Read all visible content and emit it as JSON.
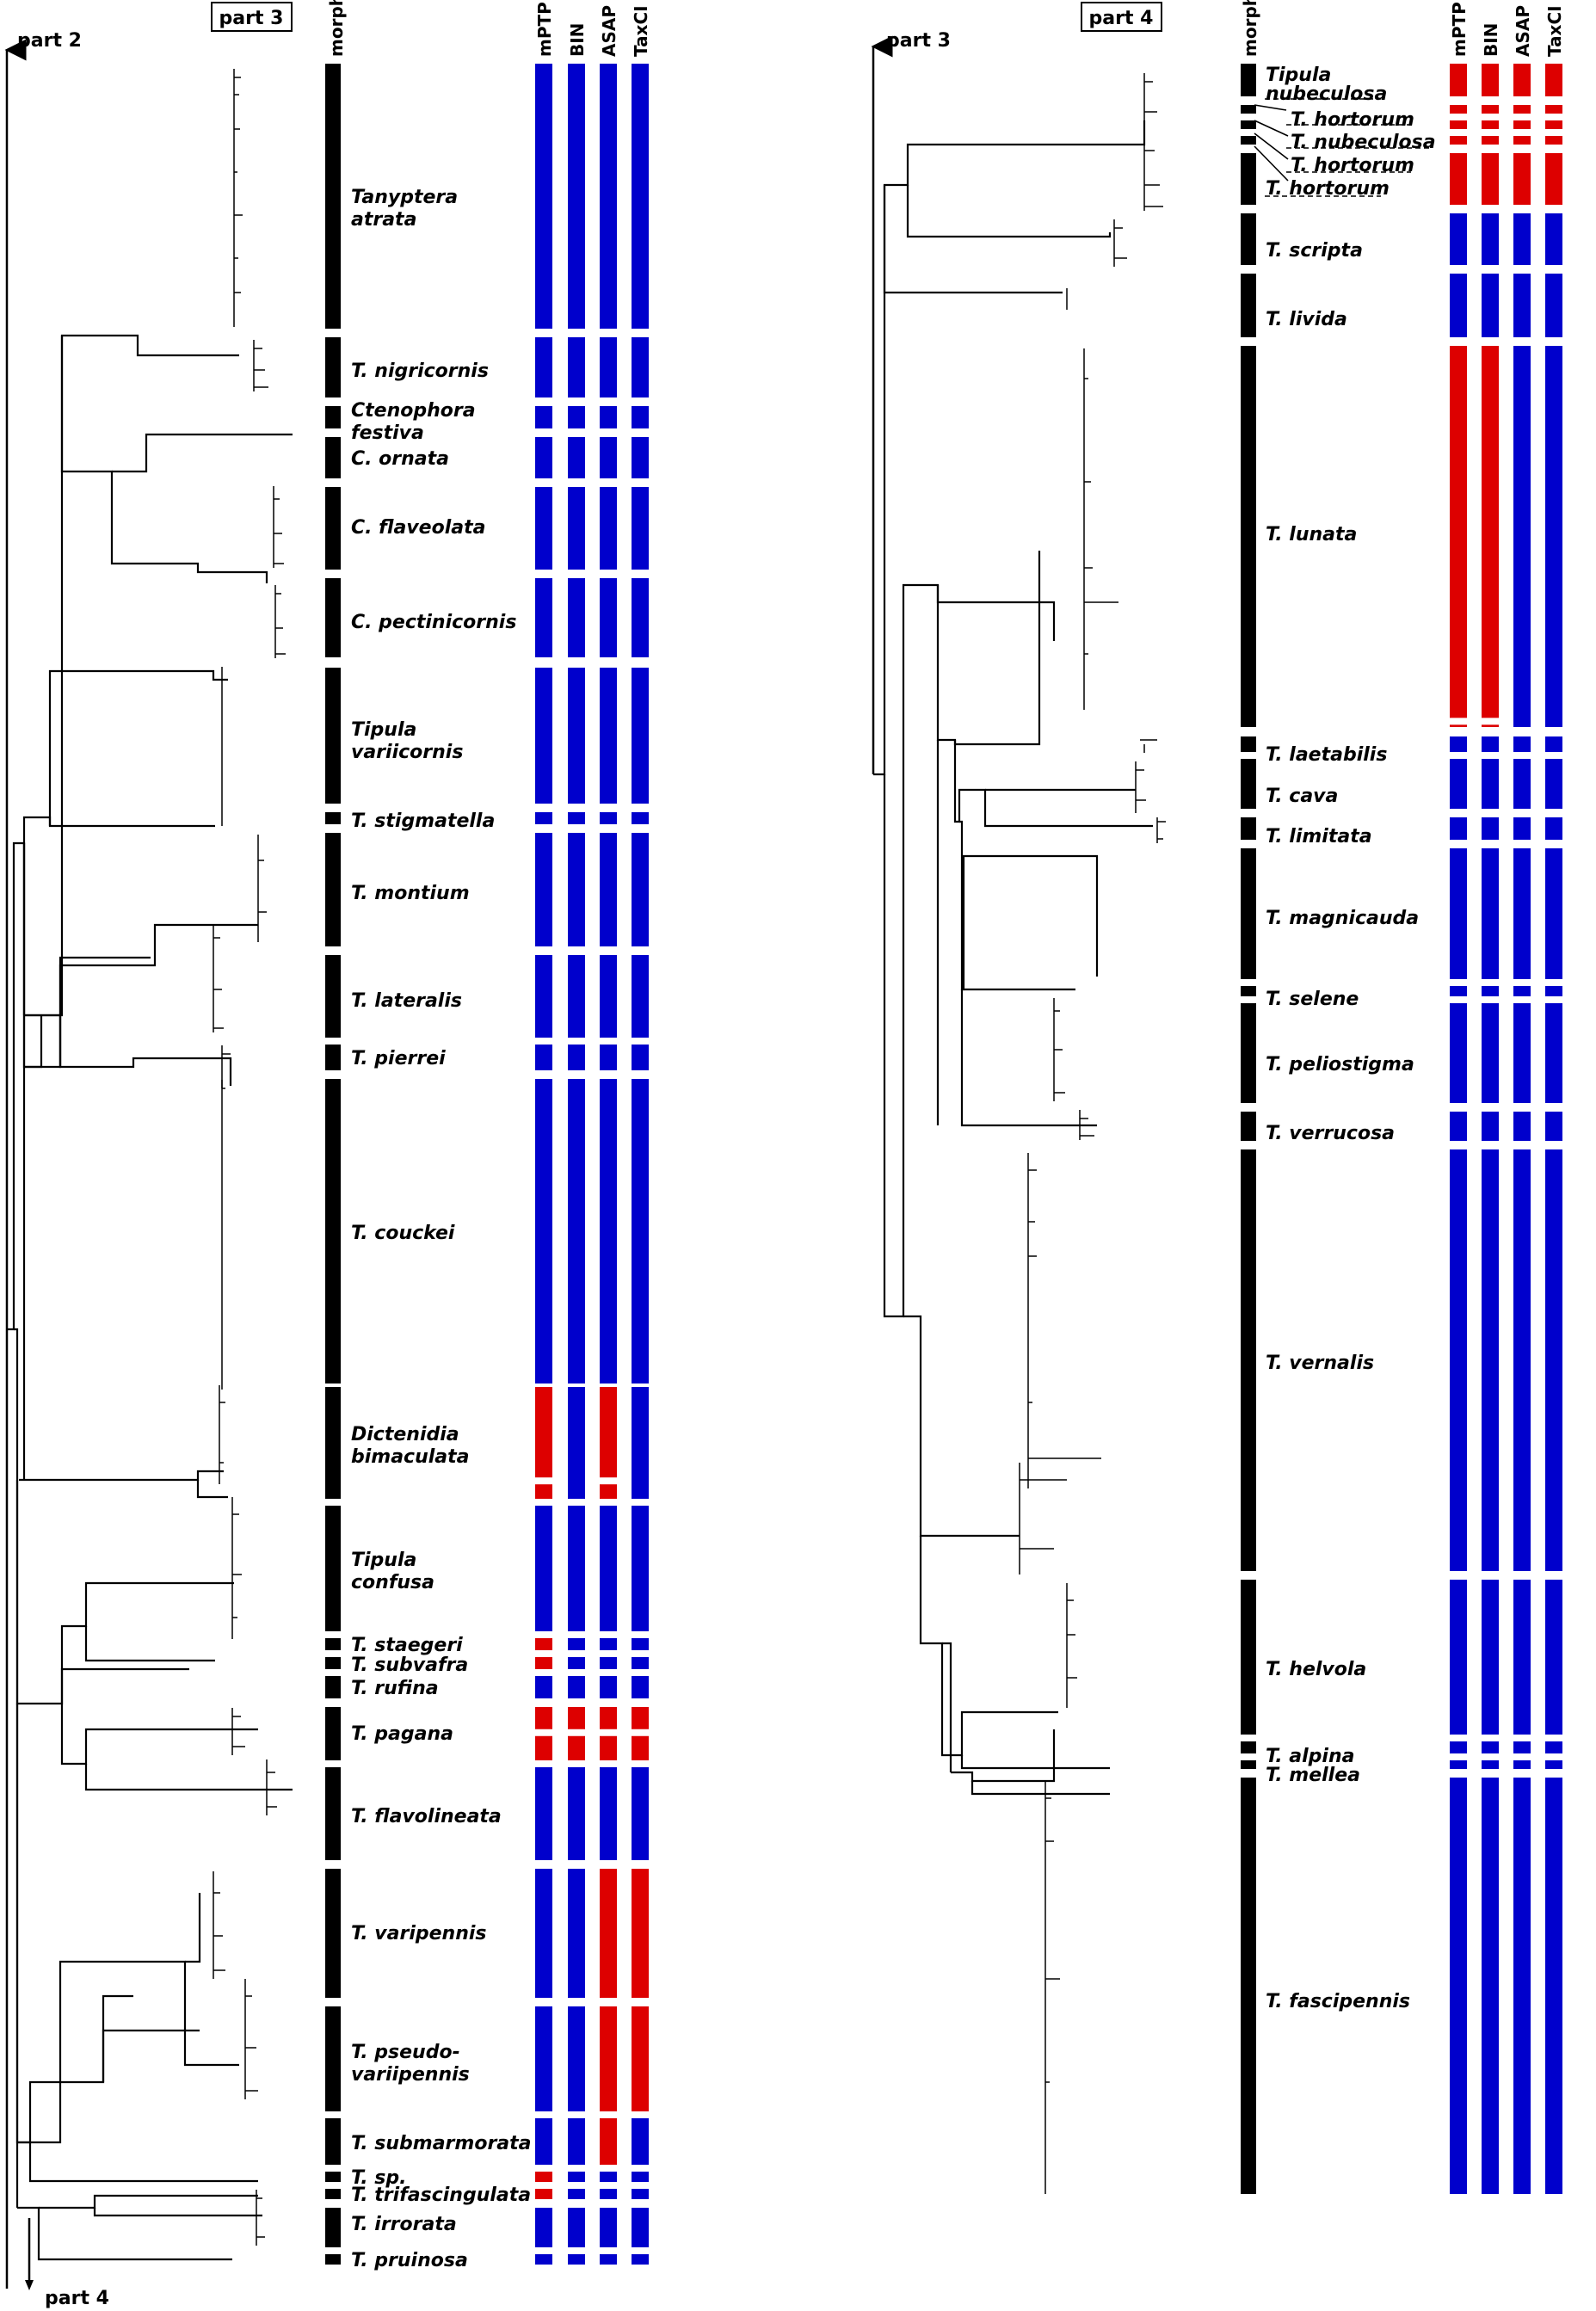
{
  "colors": {
    "unsplit": "#0000cc",
    "split": "#dd0000",
    "morph": "#000000",
    "tree": "#000000"
  },
  "panels": [
    {
      "id": "left",
      "box_title": "part 3",
      "top_label": "part 2",
      "bottom_label": "part 4",
      "morph_header": "morph.",
      "method_headers": [
        "mPTP",
        "BIN",
        "ASAP",
        "TaxCI"
      ],
      "taxa": [
        {
          "label": [
            "Tanyptera",
            "atrata"
          ],
          "methods": [
            "u",
            "u",
            "u",
            "u"
          ]
        },
        {
          "label": [
            "T. nigricornis"
          ],
          "methods": [
            "u",
            "u",
            "u",
            "u"
          ]
        },
        {
          "label": [
            "Ctenophora",
            "festiva"
          ],
          "methods": [
            "u",
            "u",
            "u",
            "u"
          ]
        },
        {
          "label": [
            "C. ornata"
          ],
          "methods": [
            "u",
            "u",
            "u",
            "u"
          ]
        },
        {
          "label": [
            "C. flaveolata"
          ],
          "methods": [
            "u",
            "u",
            "u",
            "u"
          ]
        },
        {
          "label": [
            "C. pectinicornis"
          ],
          "methods": [
            "u",
            "u",
            "u",
            "u"
          ]
        },
        {
          "label": [
            "Tipula",
            "variicornis"
          ],
          "methods": [
            "u",
            "u",
            "u",
            "u"
          ]
        },
        {
          "label": [
            "T. stigmatella"
          ],
          "methods": [
            "u",
            "u",
            "u",
            "u"
          ]
        },
        {
          "label": [
            "T. montium"
          ],
          "methods": [
            "u",
            "u",
            "u",
            "u"
          ]
        },
        {
          "label": [
            "T. lateralis"
          ],
          "methods": [
            "u",
            "u",
            "u",
            "u"
          ]
        },
        {
          "label": [
            "T. pierrei"
          ],
          "methods": [
            "u",
            "u",
            "u",
            "u"
          ]
        },
        {
          "label": [
            "T. couckei"
          ],
          "methods": [
            "u",
            "u",
            "u",
            "u"
          ]
        },
        {
          "label": [
            "Dictenidia",
            "bimaculata"
          ],
          "methods": [
            "s",
            "u",
            "s",
            "u"
          ]
        },
        {
          "label": [
            "Tipula",
            "confusa"
          ],
          "methods": [
            "u",
            "u",
            "u",
            "u"
          ]
        },
        {
          "label": [
            "T. staegeri"
          ],
          "methods": [
            "s",
            "u",
            "u",
            "u"
          ]
        },
        {
          "label": [
            "T. subvafra"
          ],
          "methods": [
            "s",
            "u",
            "u",
            "u"
          ]
        },
        {
          "label": [
            "T. rufina"
          ],
          "methods": [
            "u",
            "u",
            "u",
            "u"
          ]
        },
        {
          "label": [
            "T. pagana"
          ],
          "methods": [
            "s",
            "s",
            "s",
            "s"
          ]
        },
        {
          "label": [
            "T. flavolineata"
          ],
          "methods": [
            "u",
            "u",
            "u",
            "u"
          ]
        },
        {
          "label": [
            "T. varipennis"
          ],
          "methods": [
            "u",
            "u",
            "s",
            "s"
          ]
        },
        {
          "label": [
            "T. pseudo-",
            "variipennis"
          ],
          "methods": [
            "u",
            "u",
            "s",
            "s"
          ]
        },
        {
          "label": [
            "T. submarmorata"
          ],
          "methods": [
            "u",
            "u",
            "s",
            "u"
          ]
        },
        {
          "label": [
            "T. sp."
          ],
          "methods": [
            "s",
            "u",
            "u",
            "u"
          ]
        },
        {
          "label": [
            "T. trifascingulata"
          ],
          "methods": [
            "s",
            "u",
            "u",
            "u"
          ]
        },
        {
          "label": [
            "T. irrorata"
          ],
          "methods": [
            "u",
            "u",
            "u",
            "u"
          ]
        },
        {
          "label": [
            "T. pruinosa"
          ],
          "methods": [
            "u",
            "u",
            "u",
            "u"
          ]
        }
      ]
    },
    {
      "id": "right",
      "box_title": "part 4",
      "top_label": "part 3",
      "bottom_label": "",
      "morph_header": "morph.",
      "method_headers": [
        "mPTP",
        "BIN",
        "ASAP",
        "TaxCI"
      ],
      "taxa": [
        {
          "label": [
            "Tipula",
            "nubeculosa"
          ],
          "methods": [
            "s",
            "s",
            "s",
            "s"
          ]
        },
        {
          "label": [
            "T. hortorum"
          ],
          "methods": [
            "s",
            "s",
            "s",
            "s"
          ]
        },
        {
          "label": [
            "T. nubeculosa"
          ],
          "methods": [
            "s",
            "s",
            "s",
            "s"
          ]
        },
        {
          "label": [
            "T. hortorum"
          ],
          "methods": [
            "s",
            "s",
            "s",
            "s"
          ]
        },
        {
          "label": [
            "T. hortorum"
          ],
          "methods": [
            "s",
            "s",
            "s",
            "s"
          ]
        },
        {
          "label": [
            "T. scripta"
          ],
          "methods": [
            "u",
            "u",
            "u",
            "u"
          ]
        },
        {
          "label": [
            "T. livida"
          ],
          "methods": [
            "u",
            "u",
            "u",
            "u"
          ]
        },
        {
          "label": [
            "T. lunata"
          ],
          "methods": [
            "s",
            "s",
            "u",
            "u"
          ]
        },
        {
          "label": [
            "T. laetabilis"
          ],
          "methods": [
            "u",
            "u",
            "u",
            "u"
          ]
        },
        {
          "label": [
            "T. cava"
          ],
          "methods": [
            "u",
            "u",
            "u",
            "u"
          ]
        },
        {
          "label": [
            "T. limitata"
          ],
          "methods": [
            "u",
            "u",
            "u",
            "u"
          ]
        },
        {
          "label": [
            "T. magnicauda"
          ],
          "methods": [
            "u",
            "u",
            "u",
            "u"
          ]
        },
        {
          "label": [
            "T. selene"
          ],
          "methods": [
            "u",
            "u",
            "u",
            "u"
          ]
        },
        {
          "label": [
            "T. peliostigma"
          ],
          "methods": [
            "u",
            "u",
            "u",
            "u"
          ]
        },
        {
          "label": [
            "T. verrucosa"
          ],
          "methods": [
            "u",
            "u",
            "u",
            "u"
          ]
        },
        {
          "label": [
            "T. vernalis"
          ],
          "methods": [
            "u",
            "u",
            "u",
            "u"
          ]
        },
        {
          "label": [
            "T. helvola"
          ],
          "methods": [
            "u",
            "u",
            "u",
            "u"
          ]
        },
        {
          "label": [
            "T. alpina"
          ],
          "methods": [
            "u",
            "u",
            "u",
            "u"
          ]
        },
        {
          "label": [
            "T. mellea"
          ],
          "methods": [
            "u",
            "u",
            "u",
            "u"
          ]
        },
        {
          "label": [
            "T. fascipennis"
          ],
          "methods": [
            "u",
            "u",
            "u",
            "u"
          ]
        }
      ]
    }
  ]
}
